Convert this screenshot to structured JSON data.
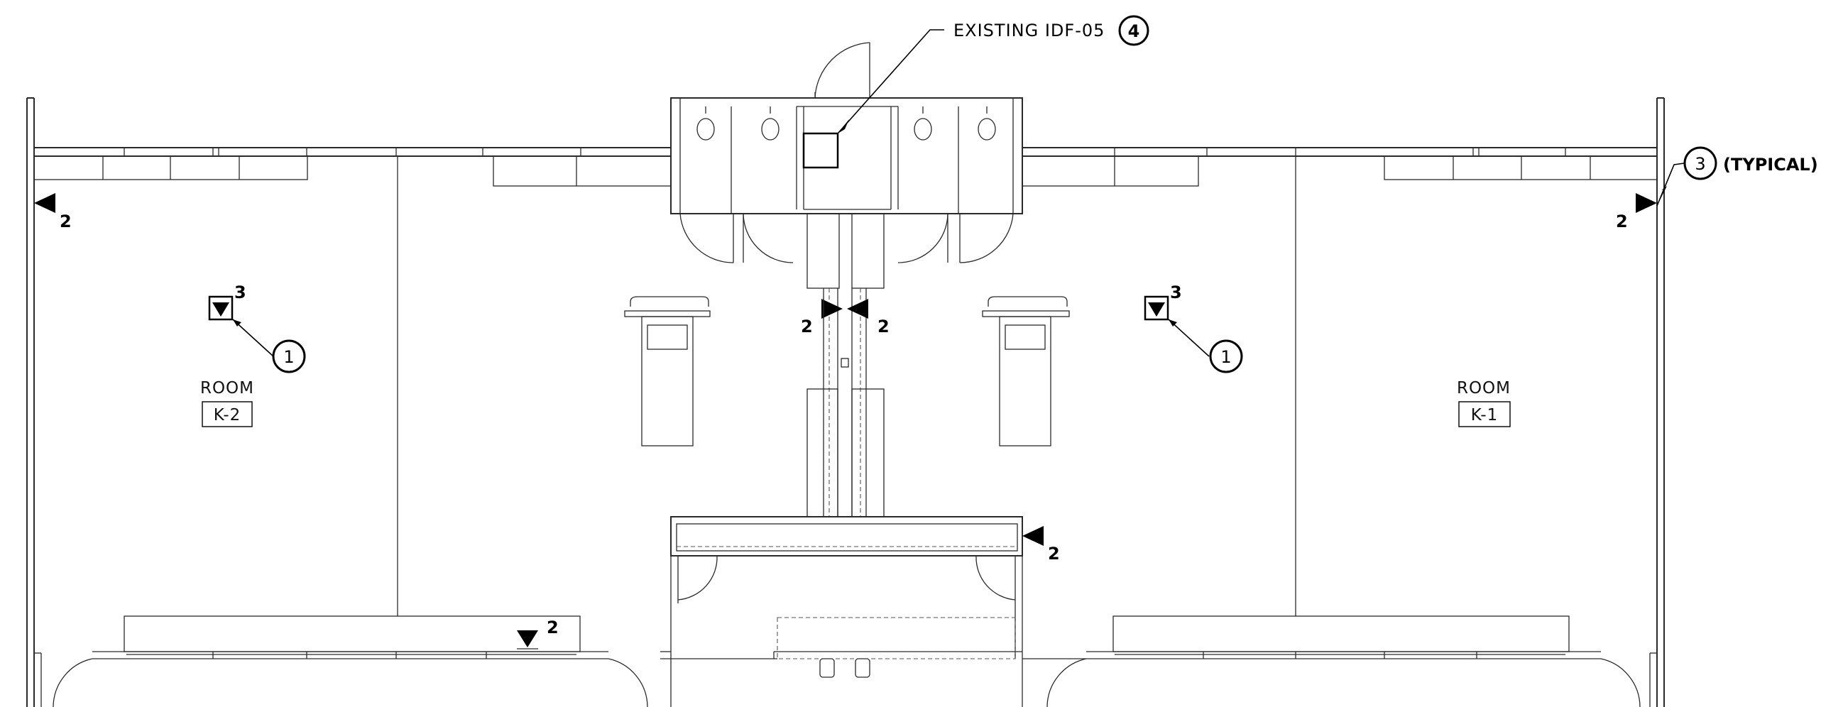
{
  "callout_existing": {
    "label": "EXISTING IDF-05",
    "tag": "4"
  },
  "callout_typical": {
    "tag": "3",
    "label": "(TYPICAL)"
  },
  "rooms": [
    {
      "name": "ROOM",
      "id": "K-2"
    },
    {
      "name": "ROOM",
      "id": "K-1"
    }
  ],
  "keynote_1": "1",
  "count_3": "3",
  "count_2": "2"
}
